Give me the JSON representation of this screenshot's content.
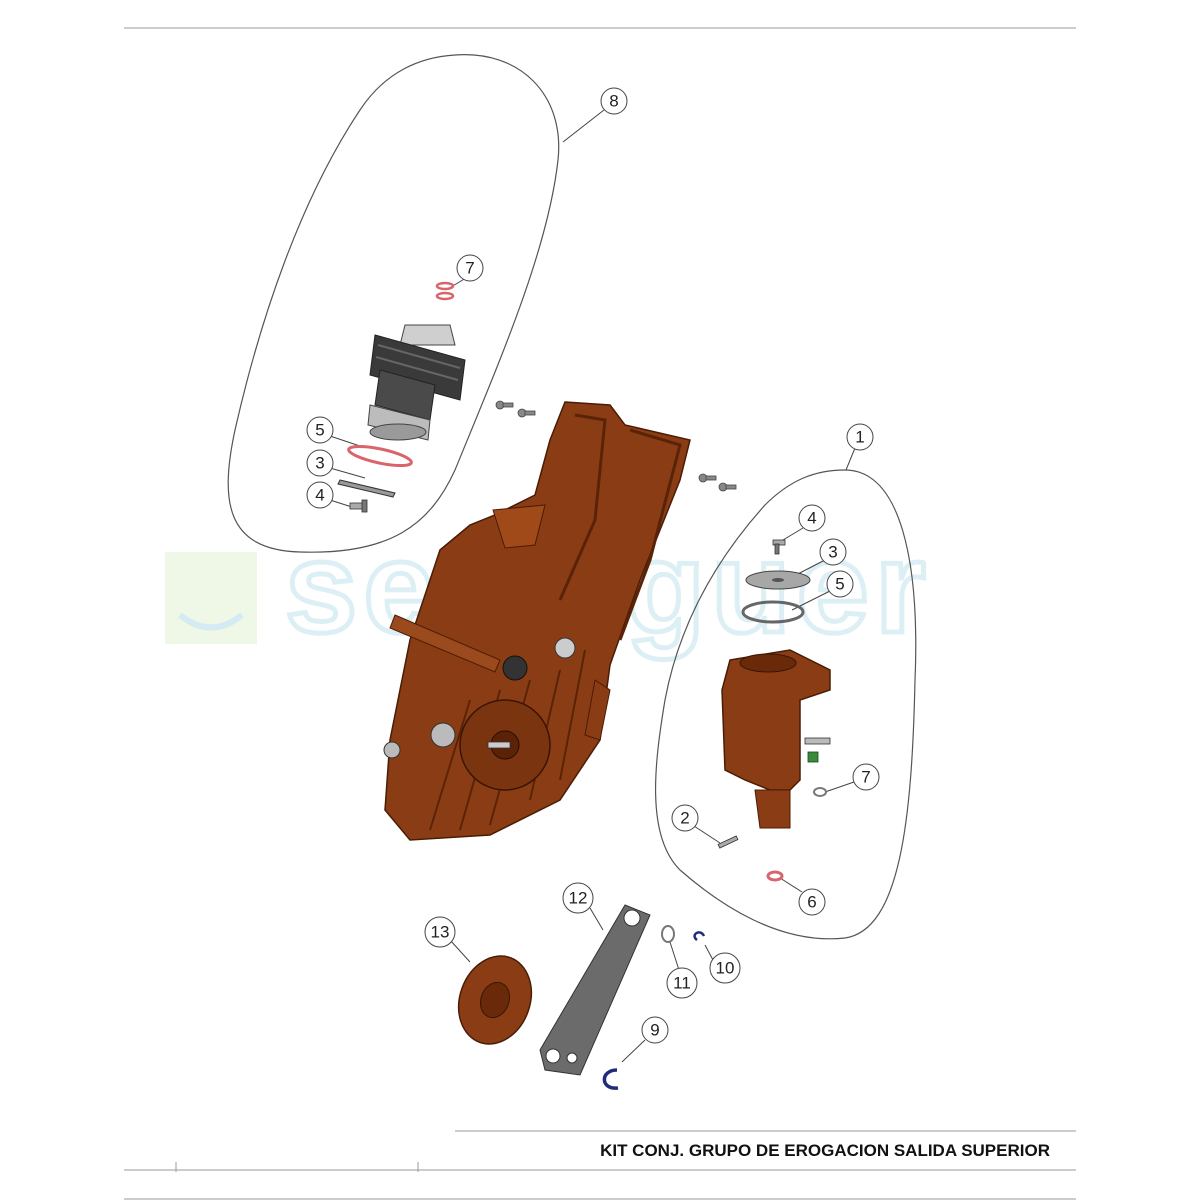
{
  "title": "KIT CONJ. GRUPO DE EROGACION SALIDA SUPERIOR",
  "watermark": "seferguer",
  "colors": {
    "part_brown": "#8a3d14",
    "part_dark": "#4a1c06",
    "outline": "#555555",
    "ring_red": "#d9646b",
    "grey_part": "#6b6b6b",
    "clip_blue": "#1d2d7a"
  },
  "callouts": {
    "c8": "8",
    "c7a": "7",
    "c5a": "5",
    "c3a": "3",
    "c4a": "4",
    "c1": "1",
    "c4b": "4",
    "c3b": "3",
    "c5b": "5",
    "c7b": "7",
    "c2": "2",
    "c6": "6",
    "c12": "12",
    "c13": "13",
    "c11": "11",
    "c10": "10",
    "c9": "9"
  }
}
